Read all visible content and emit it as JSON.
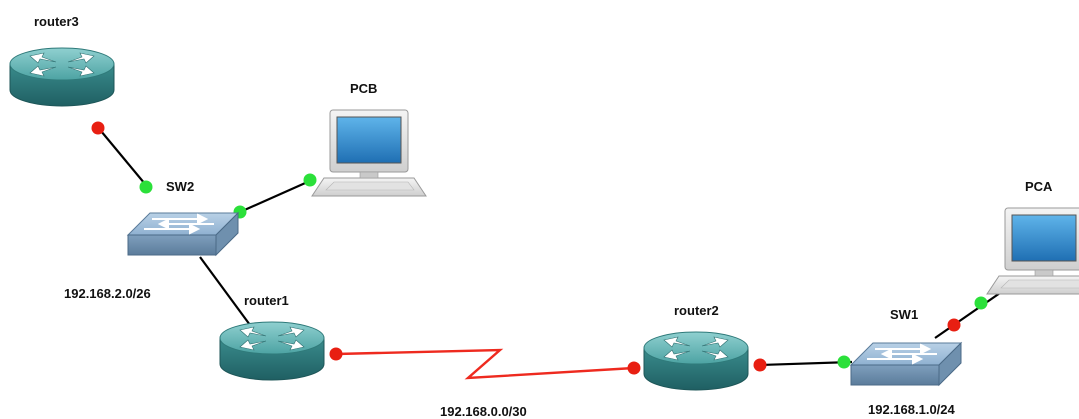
{
  "nodes": {
    "router3": "router3",
    "pcb": "PCB",
    "sw2": "SW2",
    "router1": "router1",
    "router2": "router2",
    "sw1": "SW1",
    "pca": "PCA"
  },
  "networks": {
    "lan2": "192.168.2.0/26",
    "wan": "192.168.0.0/30",
    "lan1": "192.168.1.0/24"
  },
  "colors": {
    "router_body": "#3f8f8f",
    "switch_body": "#7fa6c9",
    "pc_screen": "#2e86c9",
    "link": "#000000",
    "serial_link": "#ee2a1f",
    "port_up": "#2be03a",
    "port_down": "#e81f12"
  },
  "icons": {
    "router": "router-icon",
    "switch": "switch-icon",
    "pc": "computer-icon"
  },
  "port_states": [
    "down",
    "up",
    "up",
    "up",
    "down",
    "down",
    "down",
    "up",
    "down",
    "up"
  ]
}
